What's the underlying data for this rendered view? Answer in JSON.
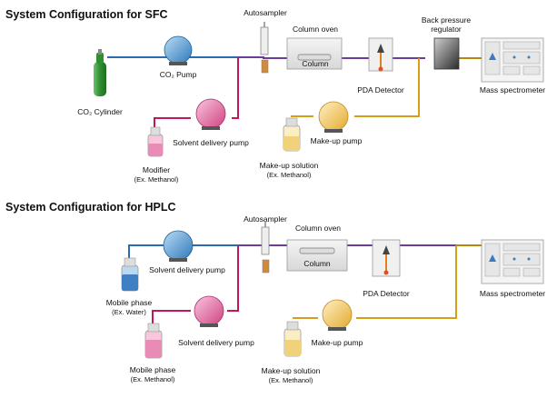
{
  "sfc": {
    "title": "System Configuration for SFC",
    "labels": {
      "autosampler": "Autosampler",
      "column_oven": "Column oven",
      "column": "Column",
      "back_pressure_1": "Back pressure",
      "back_pressure_2": "regulator",
      "co2_pump": "CO₂ Pump",
      "co2_cylinder": "CO₂ Cylinder",
      "pda_detector": "PDA Detector",
      "mass_spectrometer": "Mass spectrometer",
      "solvent_delivery_pump": "Solvent delivery pump",
      "modifier": "Modifier",
      "modifier_example": "(Ex. Methanol)",
      "makeup_pump": "Make-up pump",
      "makeup_solution": "Make-up solution",
      "makeup_example": "(Ex. Methanol)"
    }
  },
  "hplc": {
    "title": "System Configuration for HPLC",
    "labels": {
      "autosampler": "Autosampler",
      "column_oven": "Column oven",
      "column": "Column",
      "solvent_delivery_pump_1": "Solvent delivery pump",
      "mobile_phase_1": "Mobile phase",
      "mobile_phase_1_example": "(Ex. Water)",
      "solvent_delivery_pump_2": "Solvent delivery pump",
      "mobile_phase_2": "Mobile phase",
      "mobile_phase_2_example": "(Ex. Methanol)",
      "pda_detector": "PDA Detector",
      "mass_spectrometer": "Mass spectrometer",
      "makeup_pump": "Make-up pump",
      "makeup_solution": "Make-up solution",
      "makeup_example": "(Ex. Methanol)"
    }
  },
  "colors": {
    "co2_line": "#2b6cb0",
    "modifier_line": "#c2185b",
    "mixed_line": "#6a3d9a",
    "makeup_line": "#d4a017",
    "co2_pump": "#4a90c8",
    "solvent_pump": "#e05a9c",
    "makeup_pump": "#f2c45a",
    "cylinder": "#3aa03a",
    "brown_line": "#b8860b"
  }
}
